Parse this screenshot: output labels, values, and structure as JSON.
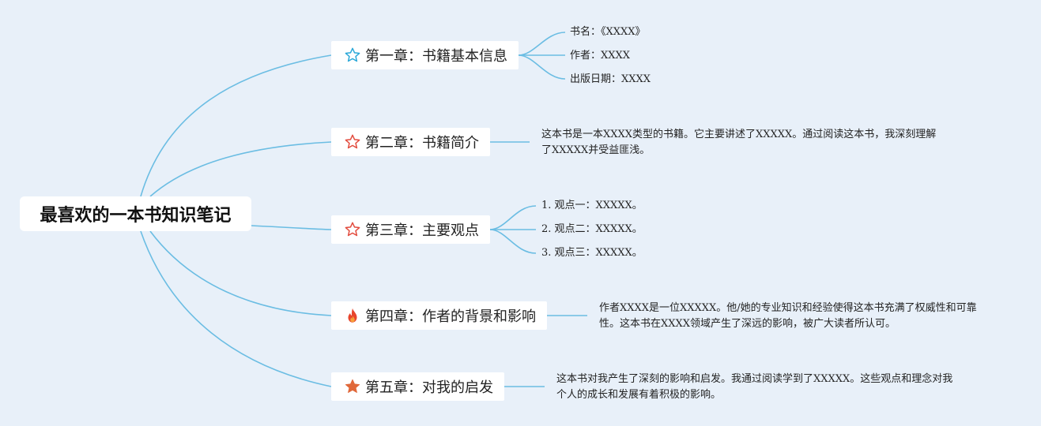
{
  "root": {
    "title": "最喜欢的一本书知识笔记"
  },
  "colors": {
    "background": "#e8f0f9",
    "connector": "#6bbde3",
    "node_fill": "#ffffff"
  },
  "chapters": [
    {
      "title": "第一章：书籍基本信息",
      "icon": "star-outline-blue-icon",
      "icon_color": "#2aa8d8",
      "items": [
        "书名：《XXXX》",
        "作者：XXXX",
        "出版日期：XXXX"
      ]
    },
    {
      "title": "第二章：书籍简介",
      "icon": "star-outline-red-icon",
      "icon_color": "#e24a3c",
      "text": "这本书是一本XXXX类型的书籍。它主要讲述了XXXXX。通过阅读这本书，我深刻理解了XXXXX并受益匪浅。"
    },
    {
      "title": "第三章：主要观点",
      "icon": "star-outline-red-icon",
      "icon_color": "#e24a3c",
      "items": [
        "1. 观点一：XXXXX。",
        "2. 观点二：XXXXX。",
        "3. 观点三：XXXXX。"
      ]
    },
    {
      "title": "第四章：作者的背景和影响",
      "icon": "fire-icon",
      "icon_color": "#e8452c",
      "text": "作者XXXX是一位XXXXX。他/她的专业知识和经验使得这本书充满了权威性和可靠性。这本书在XXXX领域产生了深远的影响，被广大读者所认可。"
    },
    {
      "title": "第五章：对我的启发",
      "icon": "star-filled-orange-icon",
      "icon_color": "#e0683a",
      "text": "这本书对我产生了深刻的影响和启发。我通过阅读学到了XXXXX。这些观点和理念对我个人的成长和发展有着积极的影响。"
    }
  ]
}
